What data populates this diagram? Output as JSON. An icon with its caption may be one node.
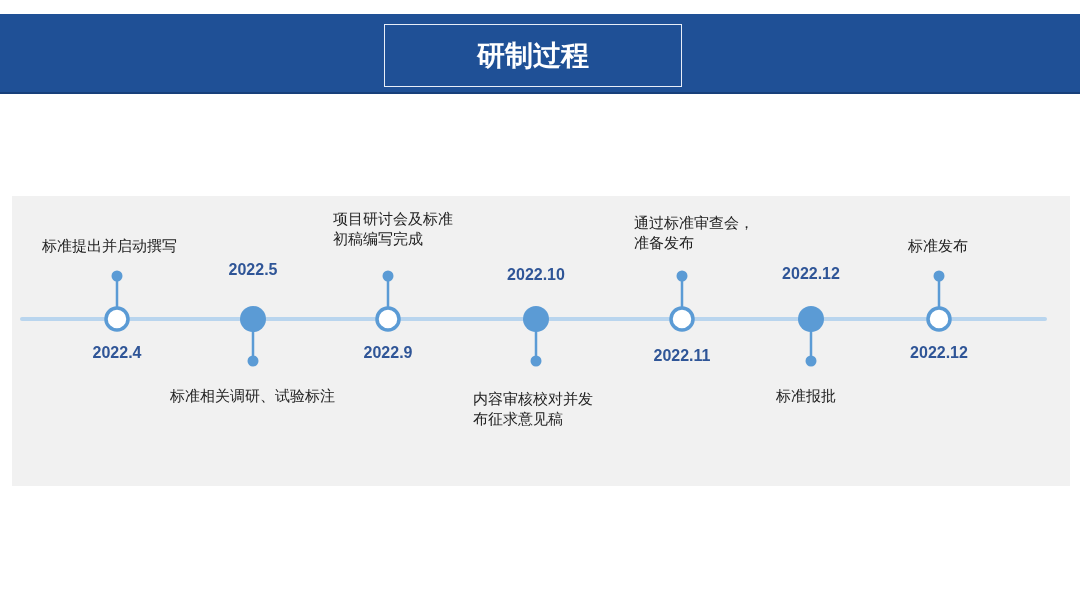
{
  "diagram": {
    "title": "研制过程",
    "nodes": [
      {
        "text": [
          "标准提出并启动撰写"
        ]
      },
      {
        "text": [
          "标准相关调研、试验标注"
        ]
      },
      {
        "text": [
          "项目研讨会及标准初稿编写完成"
        ]
      },
      {
        "text": [
          "内容审核校对并发布征求意见稿"
        ]
      },
      {
        "text": [
          "通过标准审查会，准备发布"
        ]
      },
      {
        "text": [
          "标准报批"
        ]
      },
      {
        "text": [
          "标准发布"
        ]
      }
    ],
    "labels": [
      "2022.4",
      "2022.5",
      "2022.9",
      "2022.10",
      "2022.11",
      "2022.12",
      "2022.12"
    ]
  }
}
